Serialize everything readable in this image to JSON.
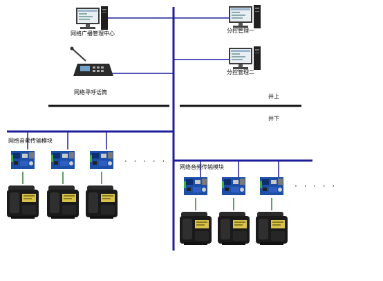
{
  "labels": {
    "center": "网络广播管理中心",
    "sub1": "分控管理一",
    "sub2": "分控管理二",
    "paging": "网络寻呼话筒",
    "above": "井上",
    "below": "井下",
    "module_left": "网络音频传输模块",
    "module_right": "网络音频传输模块"
  },
  "ellipsis_left": "· · · · ·",
  "ellipsis_right": "· · · · ·",
  "colors": {
    "bus": "#1c1c9e",
    "ground_line": "#111111",
    "device_link": "#2e7d32",
    "board": "#1e4fa8",
    "speaker": "#1a1a1a",
    "speaker_label": "#d8c24a"
  },
  "icons": {
    "computer": "desktop-computer-icon",
    "mic": "paging-microphone-icon",
    "board": "audio-module-board-icon",
    "speaker": "mining-speaker-icon"
  }
}
